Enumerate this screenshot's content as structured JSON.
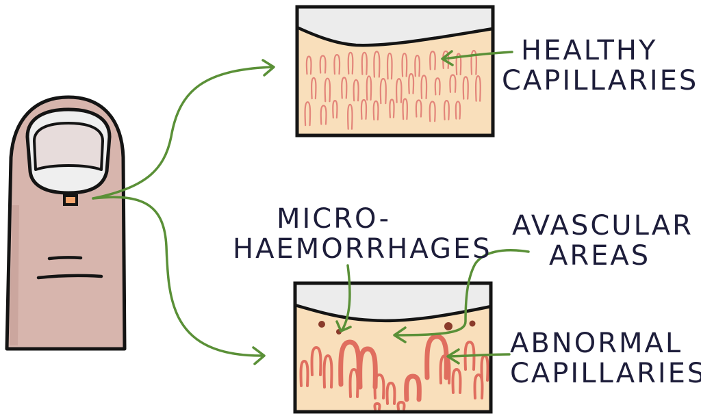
{
  "colors": {
    "skin": "#d7b5ad",
    "skin_shadow": "#c39d95",
    "outline": "#141414",
    "nail_bed": "#e7dcdb",
    "nail_rim": "#efefef",
    "tissue": "#f9dfbb",
    "tissue_top": "#ececec",
    "capillary": "#e3857a",
    "capillary_abnormal": "#e06e5f",
    "haemorrhage": "#8a3b2b",
    "arrow": "#5a9037",
    "label_text": "#1d1d3a",
    "sample_marker": "#f3a56e"
  },
  "labels": {
    "healthy": [
      "HEALTHY",
      "CAPILLARIES"
    ],
    "micro": [
      "MICRO-",
      "HAEMORRHAGES"
    ],
    "avascular": [
      "AVASCULAR",
      "AREAS"
    ],
    "abnormal": [
      "ABNORMAL",
      "CAPILLARIES"
    ]
  },
  "icons": {
    "finger": "finger-icon",
    "nail": "fingernail-icon"
  }
}
